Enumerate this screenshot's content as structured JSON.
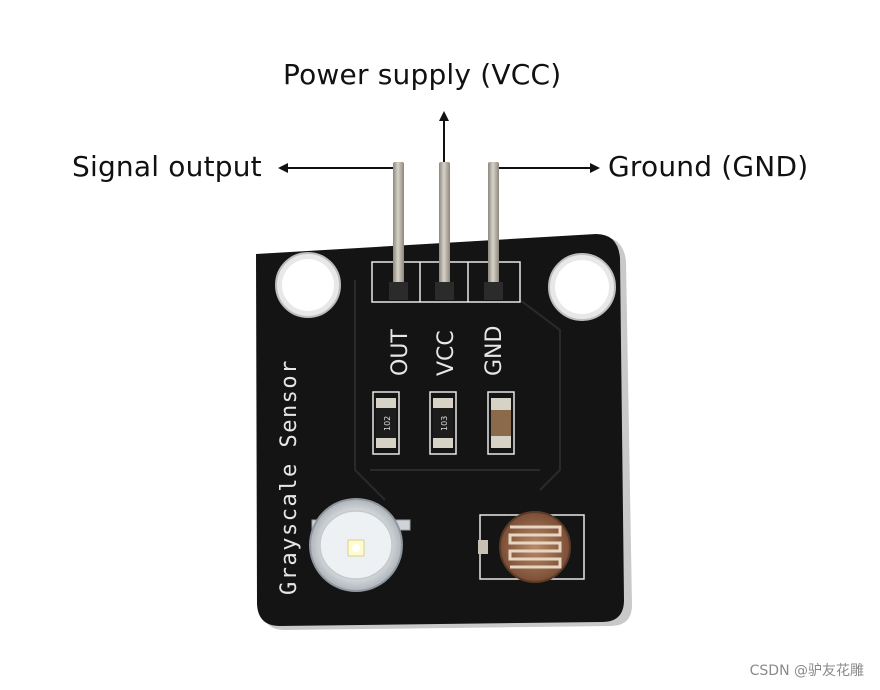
{
  "labels": {
    "power": "Power supply (VCC)",
    "signal": "Signal output",
    "ground": "Ground (GND)"
  },
  "board": {
    "name": "Grayscale Sensor",
    "pins": [
      "OUT",
      "VCC",
      "GND"
    ],
    "resistor_codes": [
      "102",
      "103"
    ]
  },
  "watermark": "CSDN @驴友花雕",
  "colors": {
    "board": "#141414",
    "silkscreen": "#e6e6e6",
    "pin": "#b9b4aa",
    "arrow": "#111111"
  }
}
